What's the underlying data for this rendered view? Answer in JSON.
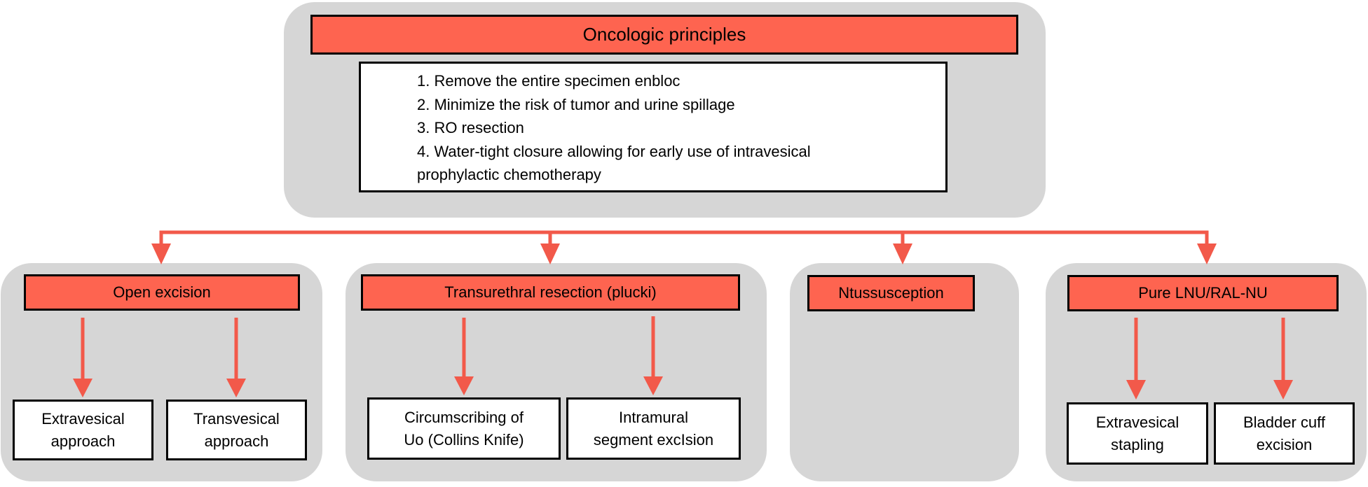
{
  "colors": {
    "header_fill": "#fe6450",
    "arrow": "#f2594a",
    "panel": "#d6d6d6"
  },
  "top": {
    "title": "Oncologic principles",
    "principles": [
      {
        "lines": [
          "1. Remove the entire specimen enbloc"
        ]
      },
      {
        "lines": [
          "2. Minimize the risk of tumor and urine spillage"
        ]
      },
      {
        "lines": [
          "3. RO resection"
        ]
      },
      {
        "lines": [
          "4. Water-tight closure allowing for early use of intravesical",
          "prophylactic chemotherapy"
        ]
      }
    ]
  },
  "techniques": [
    {
      "title": "Open excision",
      "options": [
        {
          "lines": [
            "Extravesical",
            "approach"
          ]
        },
        {
          "lines": [
            "Transvesical",
            "approach"
          ]
        }
      ]
    },
    {
      "title": "Transurethral resection (plucki)",
      "options": [
        {
          "lines": [
            "Circumscribing of",
            "Uo (Collins Knife)"
          ]
        },
        {
          "lines": [
            "Intramural",
            "segment excIsion"
          ]
        }
      ]
    },
    {
      "title": "Ntussusception",
      "options": []
    },
    {
      "title": "Pure LNU/RAL-NU",
      "options": [
        {
          "lines": [
            "Extravesical",
            "stapling"
          ]
        },
        {
          "lines": [
            "Bladder cuff",
            "excision"
          ]
        }
      ]
    }
  ]
}
